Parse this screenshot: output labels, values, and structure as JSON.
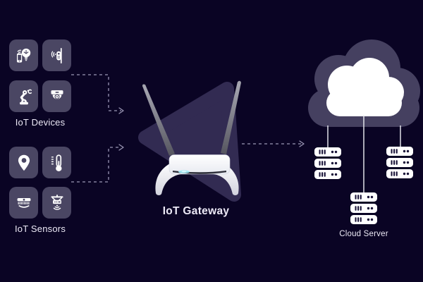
{
  "diagram": {
    "title": "IoT architecture diagram",
    "device_group": {
      "label": "IoT Devices",
      "tiles": [
        {
          "icon": "smart-lighting-icon"
        },
        {
          "icon": "smart-lock-icon"
        },
        {
          "icon": "robot-arm-icon"
        },
        {
          "icon": "cctv-camera-icon"
        }
      ]
    },
    "sensor_group": {
      "label": "IoT Sensors",
      "tiles": [
        {
          "icon": "location-pin-icon"
        },
        {
          "icon": "thermometer-icon"
        },
        {
          "icon": "smoke-detector-icon"
        },
        {
          "icon": "proximity-sensor-icon"
        }
      ]
    },
    "gateway": {
      "label": "IoT Gateway",
      "illustration": "wireless-router-two-antennas"
    },
    "cloud": {
      "label": "Cloud Server",
      "illustration": "cloud-with-server-stacks",
      "server_stacks": 3,
      "units_per_stack": 3
    },
    "connections": [
      {
        "from": "iot-devices",
        "to": "iot-gateway",
        "style": "dashed-arrow"
      },
      {
        "from": "iot-sensors",
        "to": "iot-gateway",
        "style": "dashed-arrow"
      },
      {
        "from": "iot-gateway",
        "to": "cloud-server",
        "style": "dashed-arrow"
      }
    ]
  },
  "colors": {
    "background": "#0a0424",
    "tile": "#4a4663",
    "text": "#ece9f6",
    "connector": "#9a96b4",
    "triangle": "#322b52",
    "cloud_back": "#454060",
    "cloud_front": "#ffffff",
    "server_glyph": "#191338",
    "led": "#9fe9f6"
  }
}
